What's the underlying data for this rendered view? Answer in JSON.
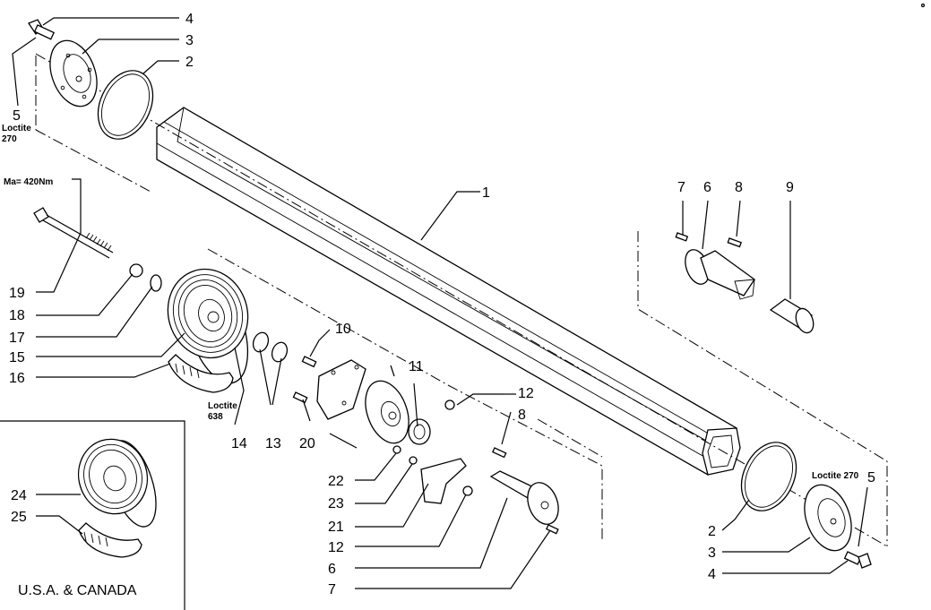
{
  "labels": {
    "p1": "1",
    "p2": "2",
    "p3": "3",
    "p4": "4",
    "p5": "5",
    "p6": "6",
    "p7": "7",
    "p8": "8",
    "p9": "9",
    "p10": "10",
    "p11": "11",
    "p12": "12",
    "p13": "13",
    "p14": "14",
    "p15": "15",
    "p16": "16",
    "p17": "17",
    "p18": "18",
    "p19": "19",
    "p20": "20",
    "p21": "21",
    "p22": "22",
    "p23": "23",
    "p24": "24",
    "p25": "25"
  },
  "notes": {
    "loctite_270_a": "Loctite",
    "loctite_270_b": "270",
    "loctite_270_right": "Loctite 270",
    "loctite_638_a": "Loctite",
    "loctite_638_b": "638",
    "torque": "Ma= 420Nm"
  },
  "inset": {
    "caption": "U.S.A. & CANADA"
  }
}
